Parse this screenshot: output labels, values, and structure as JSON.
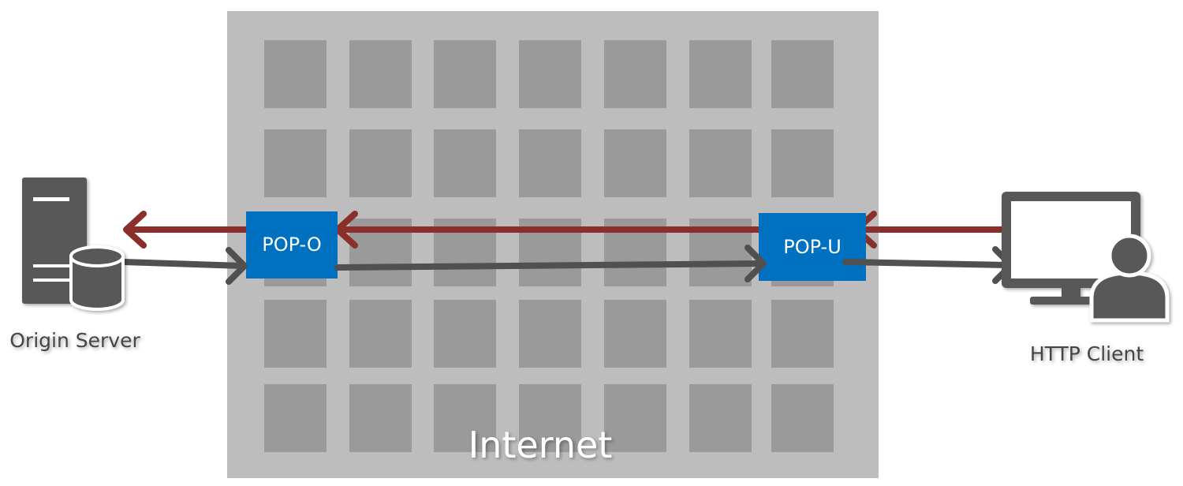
{
  "colors": {
    "internet_bg": "#bdbdbd",
    "grid_cell": "#9a9a9a",
    "pop_box": "#0070c0",
    "request_arrow": "#8b2f2a",
    "response_arrow": "#505050",
    "icon": "#595959",
    "label_text": "#444444",
    "internet_text": "#ffffff",
    "pop_text": "#ffffff"
  },
  "internet": {
    "label": "Internet",
    "grid_rows": 5,
    "grid_cols": 7
  },
  "pops": {
    "origin_pop": {
      "label": "POP-O"
    },
    "user_pop": {
      "label": "POP-U"
    }
  },
  "endpoints": {
    "origin": {
      "label": "Origin Server",
      "icon": "server-database-icon"
    },
    "client": {
      "label": "HTTP Client",
      "icon": "monitor-user-icon"
    }
  }
}
